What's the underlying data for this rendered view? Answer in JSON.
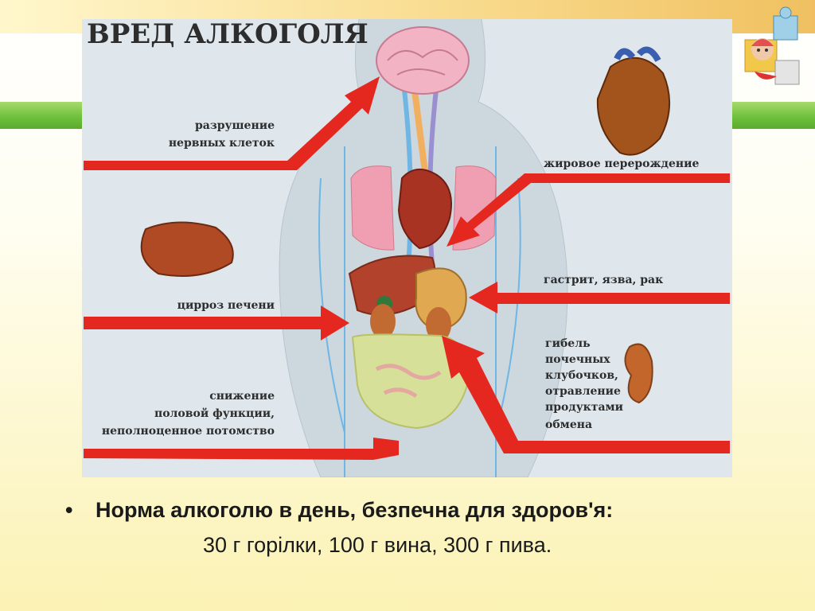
{
  "poster": {
    "title": "ВРЕД АЛКОГОЛЯ",
    "labels": {
      "nerve_1": "разрушение",
      "nerve_2": "нервных клеток",
      "heart": "жировое перерождение",
      "liver": "цирроз печени",
      "stomach": "гастрит, язва, рак",
      "kidney_1": "гибель",
      "kidney_2": "почечных",
      "kidney_3": "клубочков,",
      "kidney_4": "отравление",
      "kidney_5": "продуктами",
      "kidney_6": "обмена",
      "sexual_1": "снижение",
      "sexual_2": "половой функции,",
      "sexual_3": "неполноценное потомство"
    }
  },
  "caption": {
    "bullet": "•",
    "headline": "Норма алкоголю в день, безпечна для здоров'я:",
    "detail": "30 г горілки, 100 г вина, 300 г пива."
  },
  "colors": {
    "arrow": "#e5281f",
    "poster_bg": "#dfe7ec",
    "accent_green": "#6cbf3a"
  }
}
